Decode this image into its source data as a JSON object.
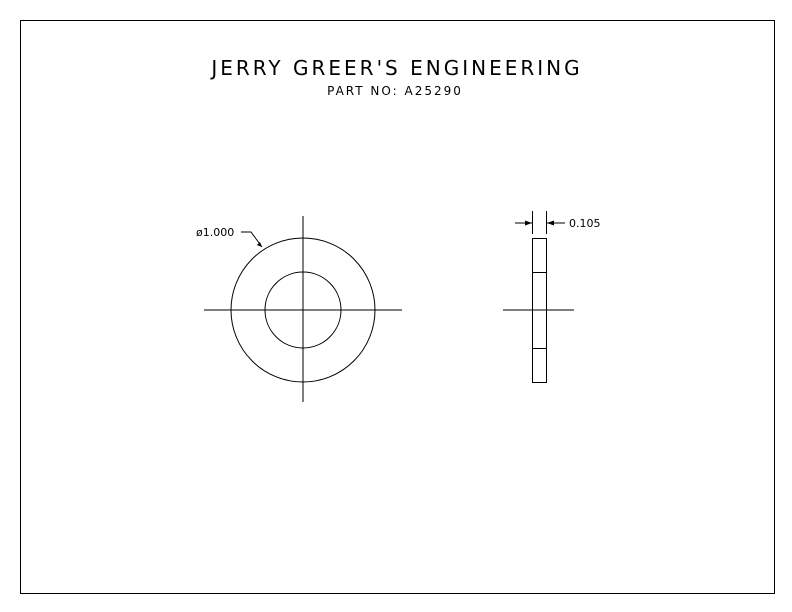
{
  "title_block": {
    "company": "JERRY GREER'S ENGINEERING",
    "part_number": "PART NO: A25290"
  },
  "front_view": {
    "diameter_label": "ø1.000"
  },
  "side_view": {
    "thickness_label": "0.105"
  },
  "colors": {
    "line": "#000000",
    "background": "#ffffff"
  }
}
